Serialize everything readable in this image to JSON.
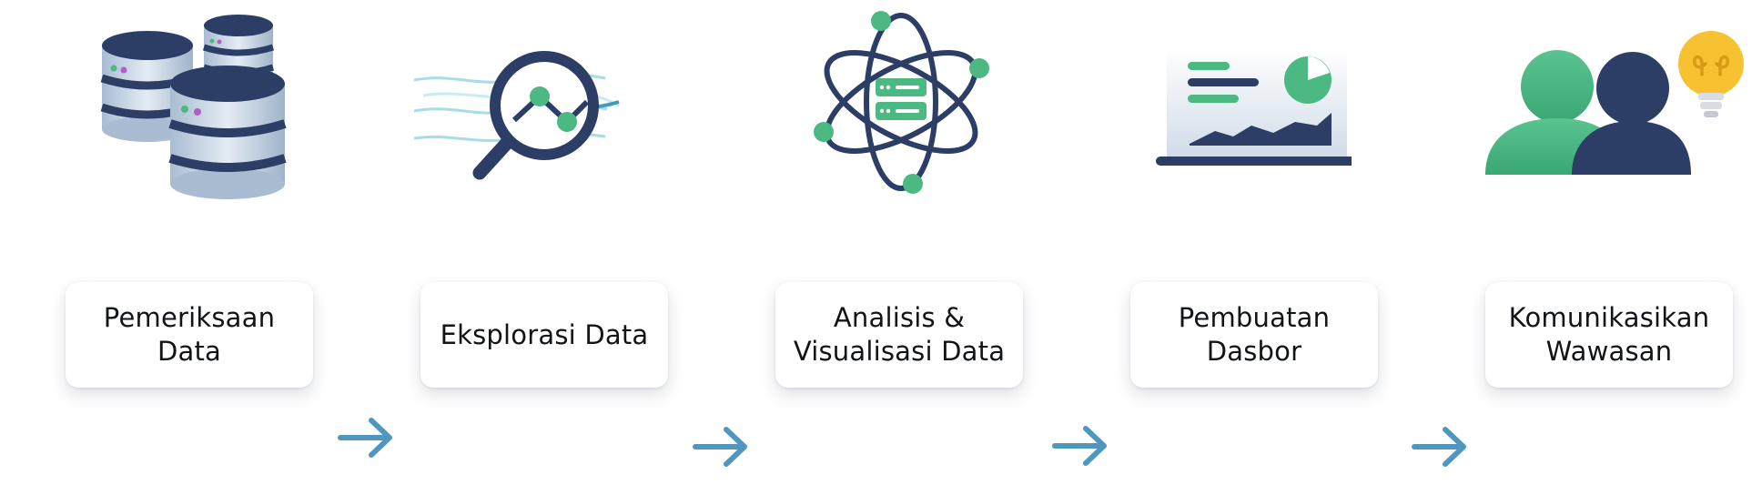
{
  "steps": [
    {
      "label": "Pemeriksaan\nData",
      "icon": "database-icon"
    },
    {
      "label": "Eksplorasi Data",
      "icon": "magnifier-chart-icon"
    },
    {
      "label": "Analisis &\nVisualisasi Data",
      "icon": "atom-server-icon"
    },
    {
      "label": "Pembuatan\nDasbor",
      "icon": "dashboard-monitor-icon"
    },
    {
      "label": "Komunikasikan\nWawasan",
      "icon": "people-lightbulb-icon"
    }
  ],
  "arrow_icon": "arrow-right-icon",
  "colors": {
    "navy": "#2c3e66",
    "green": "#4cb983",
    "teal": "#4a93b5",
    "arrow": "#4f97be",
    "bulb": "#f6c232"
  }
}
